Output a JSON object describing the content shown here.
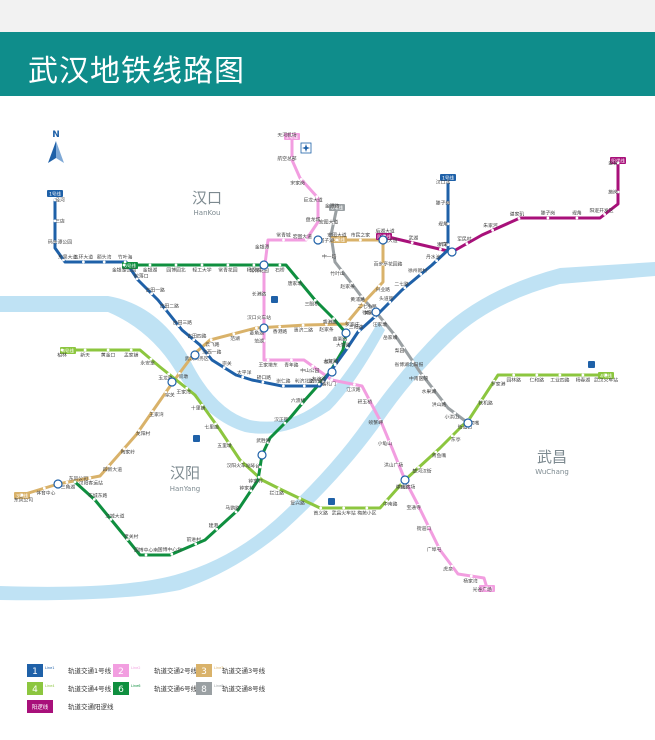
{
  "page": {
    "title": "武汉地铁线路图"
  },
  "map": {
    "north": "N",
    "areas": [
      {
        "cn": "汉口",
        "en": "HanKou"
      },
      {
        "cn": "汉阳",
        "en": "HanYang"
      },
      {
        "cn": "武昌",
        "en": "WuChang"
      }
    ],
    "colors": {
      "line1": "#1f61a8",
      "line2": "#f29ee0",
      "line3": "#d9b26a",
      "line4": "#8cc63f",
      "line6": "#0f8f3f",
      "line8": "#9aa0a3",
      "yangluo": "#a8107a",
      "river": "#bfe2f4",
      "title_bg": "#0f8d8b"
    },
    "terminal_tags": {
      "line1_north": "1号线",
      "line1_south": "1号线",
      "line2_north": "2号线",
      "line2_south": "2号线",
      "line3_north": "3号线",
      "line4_west": "4号线",
      "line4_east": "4号线",
      "line6": "6号线",
      "line8": "8号线",
      "yangluo_east": "阳逻线",
      "yangluo_north": "阳逻线"
    },
    "stations": {
      "l1": [
        "径河",
        "三店",
        "码头潭公园",
        "东吴大道",
        "五环大道",
        "额头湾",
        "竹叶海",
        "舵落口",
        "古田一路",
        "古田二路",
        "古田三路",
        "古田四路",
        "汉西一路",
        "宗关",
        "太平洋",
        "硚口路",
        "崇仁路",
        "利济北路",
        "友谊路",
        "循礼门",
        "大智路",
        "三阳路",
        "黄浦路",
        "头道街",
        "二七路",
        "徐州新村",
        "丹水池",
        "新荣",
        "堤角",
        "滕子岗",
        "汉口北"
      ],
      "l2": [
        "天河机场",
        "航空总部",
        "宋家岗",
        "巨龙大道",
        "盘龙城",
        "宏图大道",
        "常青城",
        "金银潭",
        "常青花园",
        "长港路",
        "汉口火车站",
        "范湖",
        "王家墩东",
        "青年路",
        "中山公园",
        "循礼门",
        "江汉路",
        "积玉桥",
        "螃蟹岬",
        "小龟山",
        "洪山广场",
        "中南路",
        "宝通寺",
        "街道口",
        "广埠屯",
        "虎泉",
        "杨家湾",
        "光谷广场"
      ],
      "l3": [
        "宏图大道",
        "市民之家",
        "后湖大道",
        "百步亭花园路",
        "兴业路",
        "二七小路",
        "罗家庄",
        "赵家条",
        "惠济二路",
        "香港路",
        "菱角湖",
        "范湖",
        "云飞路",
        "武汉商务区",
        "双墩",
        "宗关",
        "王家湾",
        "龙阳村",
        "陶家岭",
        "四新大道",
        "汉阳客运站",
        "三角湖",
        "体育中心",
        "东风公司"
      ],
      "l4": [
        "柏林",
        "新天",
        "黄金口",
        "孟家铺",
        "永安堂",
        "玉龙路",
        "王家湾",
        "十里铺",
        "七里庙",
        "五里墩",
        "汉阳火车站",
        "钟家村",
        "拦江路",
        "复兴路",
        "首义路",
        "武昌火车站",
        "梅苑小区",
        "中南路",
        "洪山广场",
        "楚河汉街",
        "青鱼嘴",
        "东亭",
        "岳家嘴",
        "铁机路",
        "罗家港",
        "园林路",
        "仁和路",
        "工业四路",
        "杨春湖",
        "武汉火车站"
      ],
      "l6": [
        "金银湖公园",
        "金银湖",
        "园博园北",
        "轻工大学",
        "常青花园",
        "杨汊湖",
        "石桥",
        "唐家墩",
        "三眼桥",
        "香港路",
        "苗栗路",
        "大智路",
        "江汉路",
        "六渡桥",
        "汉正街",
        "武胜路",
        "琴台",
        "钟家村",
        "马鹦路",
        "建港",
        "前进村",
        "国博中心北",
        "国博中心南",
        "老关村",
        "江城大道",
        "车城东路",
        "东风公司"
      ],
      "l8": [
        "金潭路",
        "宏图大道",
        "塔子湖",
        "中一路",
        "竹叶山",
        "赵家条",
        "黄浦路",
        "徐家棚",
        "汪家墩",
        "岳家嘴",
        "梨园",
        "省博湖北日报",
        "中南医院",
        "水果湖",
        "洪山路",
        "小洪山",
        "街道口"
      ],
      "yl": [
        "后湖大道",
        "武湖",
        "沙口",
        "军民村",
        "朱家河",
        "谌家矶",
        "滕子岗",
        "堤角",
        "阳逻开发区",
        "施岗",
        "金台"
      ]
    },
    "legend": [
      {
        "num": "1",
        "en": "Line1",
        "name": "轨道交通1号线"
      },
      {
        "num": "2",
        "en": "Line2",
        "name": "轨道交通2号线"
      },
      {
        "num": "3",
        "en": "Line3",
        "name": "轨道交通3号线"
      },
      {
        "num": "4",
        "en": "Line4",
        "name": "轨道交通4号线"
      },
      {
        "num": "6",
        "en": "Line6",
        "name": "轨道交通6号线"
      },
      {
        "num": "8",
        "en": "Line8",
        "name": "轨道交通8号线"
      },
      {
        "num": "阳逻线",
        "en": "",
        "name": "轨道交通阳逻线"
      }
    ]
  }
}
